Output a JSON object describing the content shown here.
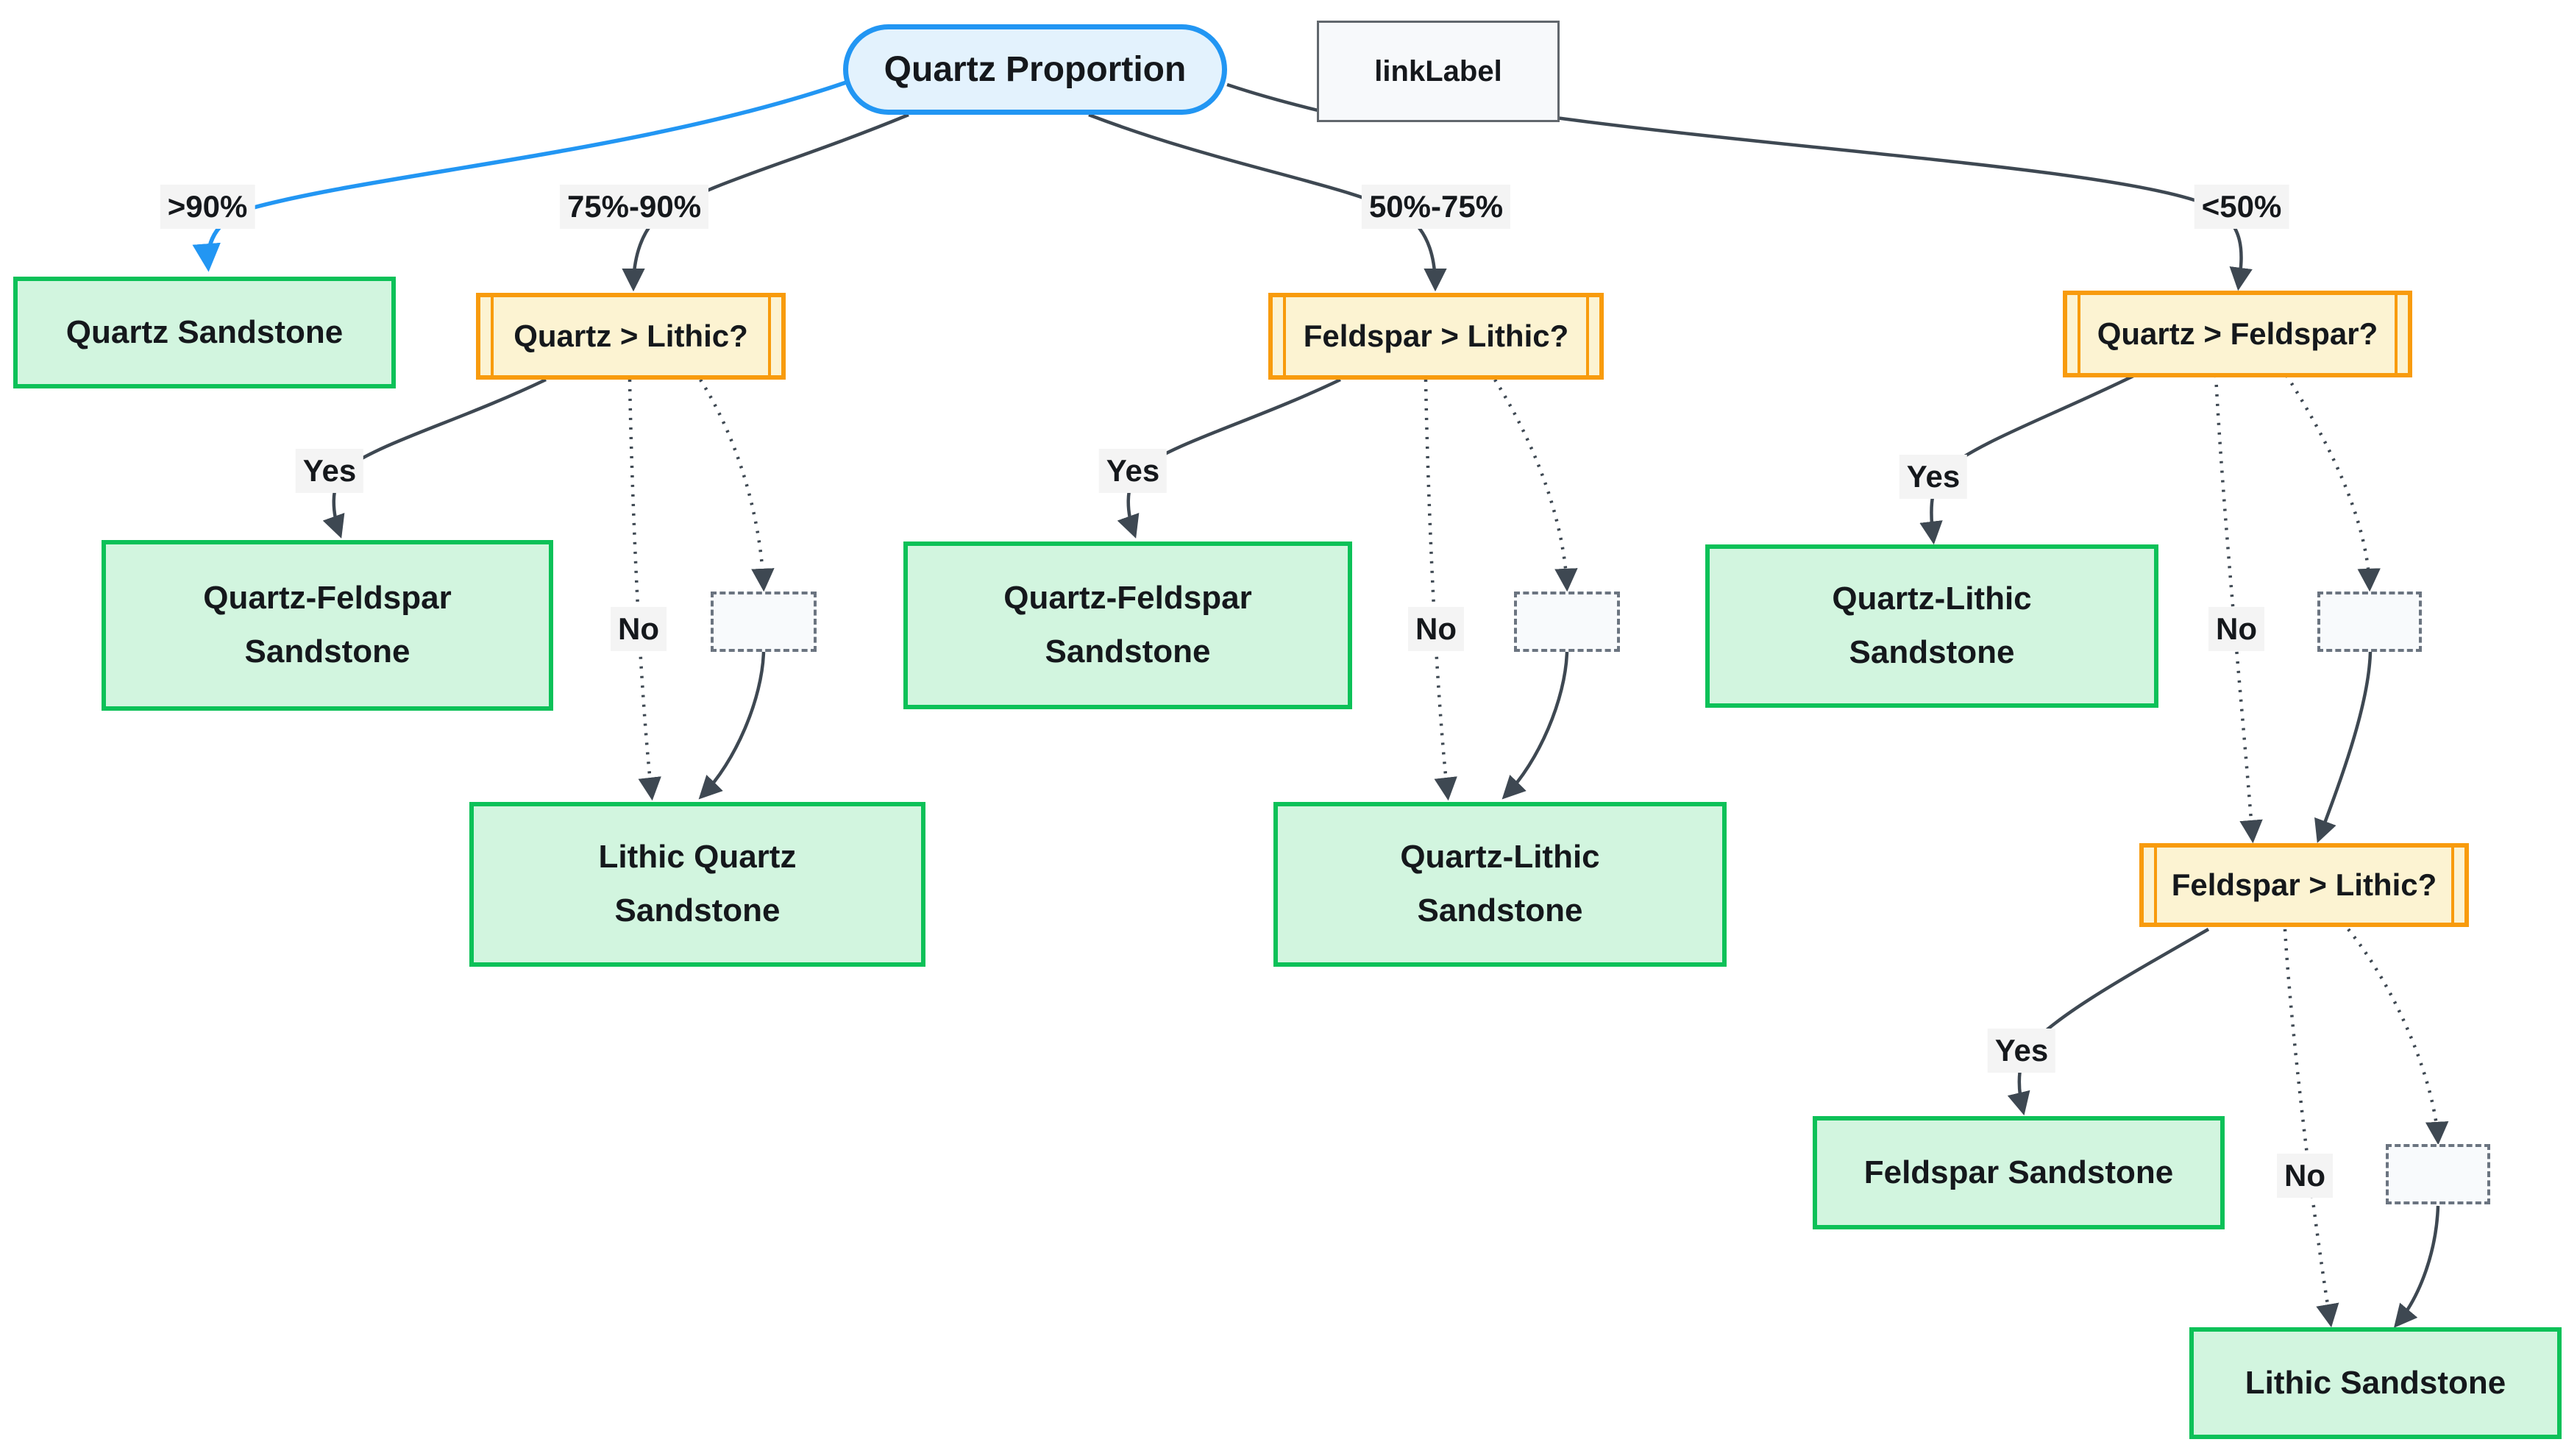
{
  "nodes": {
    "quartz_proportion": {
      "label": "Quartz Proportion"
    },
    "link_label": {
      "label": "linkLabel"
    },
    "quartz_sandstone": {
      "label": "Quartz Sandstone"
    },
    "quartz_gt_lithic": {
      "label": "Quartz > Lithic?"
    },
    "quartz_feldspar_sandstone_left": {
      "label": "Quartz-Feldspar Sandstone"
    },
    "lithic_quartz_sandstone": {
      "label": "Lithic Quartz Sandstone"
    },
    "feldspar_gt_lithic_mid": {
      "label": "Feldspar > Lithic?"
    },
    "quartz_feldspar_sandstone_mid": {
      "label": "Quartz-Feldspar Sandstone"
    },
    "quartz_lithic_sandstone_mid": {
      "label": "Quartz-Lithic Sandstone"
    },
    "quartz_gt_feldspar": {
      "label": "Quartz > Feldspar?"
    },
    "quartz_lithic_sandstone_right": {
      "label": "Quartz-Lithic Sandstone"
    },
    "feldspar_gt_lithic_right": {
      "label": "Feldspar > Lithic?"
    },
    "feldspar_sandstone": {
      "label": "Feldspar Sandstone"
    },
    "lithic_sandstone": {
      "label": "Lithic Sandstone"
    }
  },
  "edge_labels": {
    "gt90": ">90%",
    "range_75_90": "75%-90%",
    "range_50_75": "50%-75%",
    "lt50": "<50%",
    "yes": "Yes",
    "no": "No"
  },
  "colors": {
    "root_fill": "#e3f2fd",
    "root_border": "#2296f3",
    "decision_fill": "#fcf3d2",
    "decision_border": "#f89b0d",
    "outcome_fill": "#d2f5df",
    "outcome_border": "#0cc158",
    "edge": "#3e4852",
    "highlight_edge": "#2296f3",
    "label_bg": "#f4f4f4",
    "link_label_fill": "#f7f9fb",
    "link_label_border": "#61676d",
    "placeholder_fill": "#f8fafc",
    "placeholder_border": "#6b7480"
  }
}
